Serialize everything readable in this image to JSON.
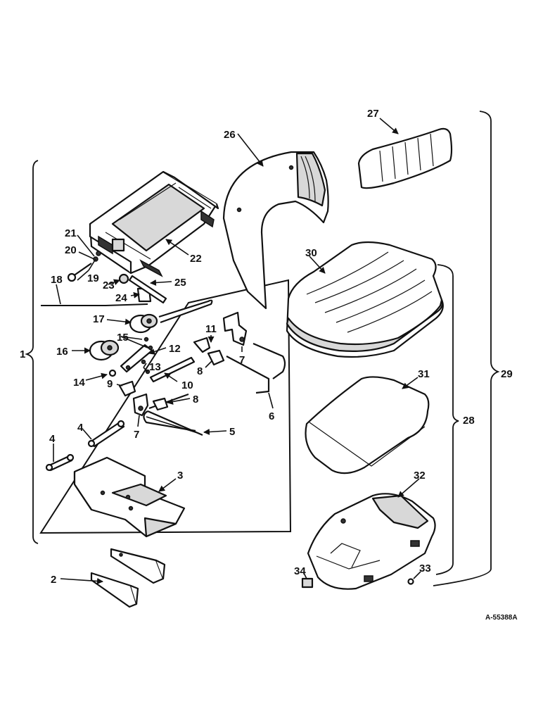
{
  "drawing_code": "A-55388A",
  "callouts": [
    "1",
    "2",
    "3",
    "4",
    "4",
    "5",
    "6",
    "7",
    "7",
    "8",
    "8",
    "9",
    "10",
    "11",
    "12",
    "13",
    "14",
    "15",
    "16",
    "17",
    "18",
    "19",
    "20",
    "21",
    "22",
    "23",
    "24",
    "25",
    "26",
    "27",
    "28",
    "29",
    "30",
    "31",
    "32",
    "33",
    "34"
  ]
}
